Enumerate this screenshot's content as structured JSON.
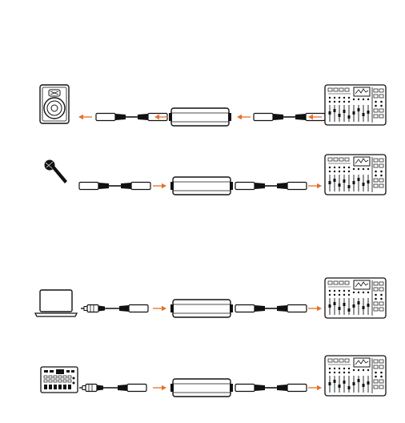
{
  "colors": {
    "arrow": "#e3712a",
    "line": "#1a1a1a",
    "background": "#ffffff"
  },
  "rows": [
    {
      "source_icon": "speaker-icon",
      "destination_icon": "mixer-icon",
      "signal_direction": "right-to-left",
      "left_cable": "xlr-cable",
      "right_cable": "xlr-cable"
    },
    {
      "source_icon": "microphone-icon",
      "destination_icon": "mixer-icon",
      "signal_direction": "left-to-right",
      "left_cable": "xlr-cable",
      "right_cable": "xlr-cable"
    },
    {
      "source_icon": "laptop-icon",
      "destination_icon": "mixer-icon",
      "signal_direction": "left-to-right",
      "left_cable": "trs-to-xlr-cable",
      "right_cable": "xlr-cable"
    },
    {
      "source_icon": "drum-machine-icon",
      "destination_icon": "mixer-icon",
      "signal_direction": "left-to-right",
      "left_cable": "ts-to-xlr-cable",
      "right_cable": "xlr-cable"
    }
  ]
}
